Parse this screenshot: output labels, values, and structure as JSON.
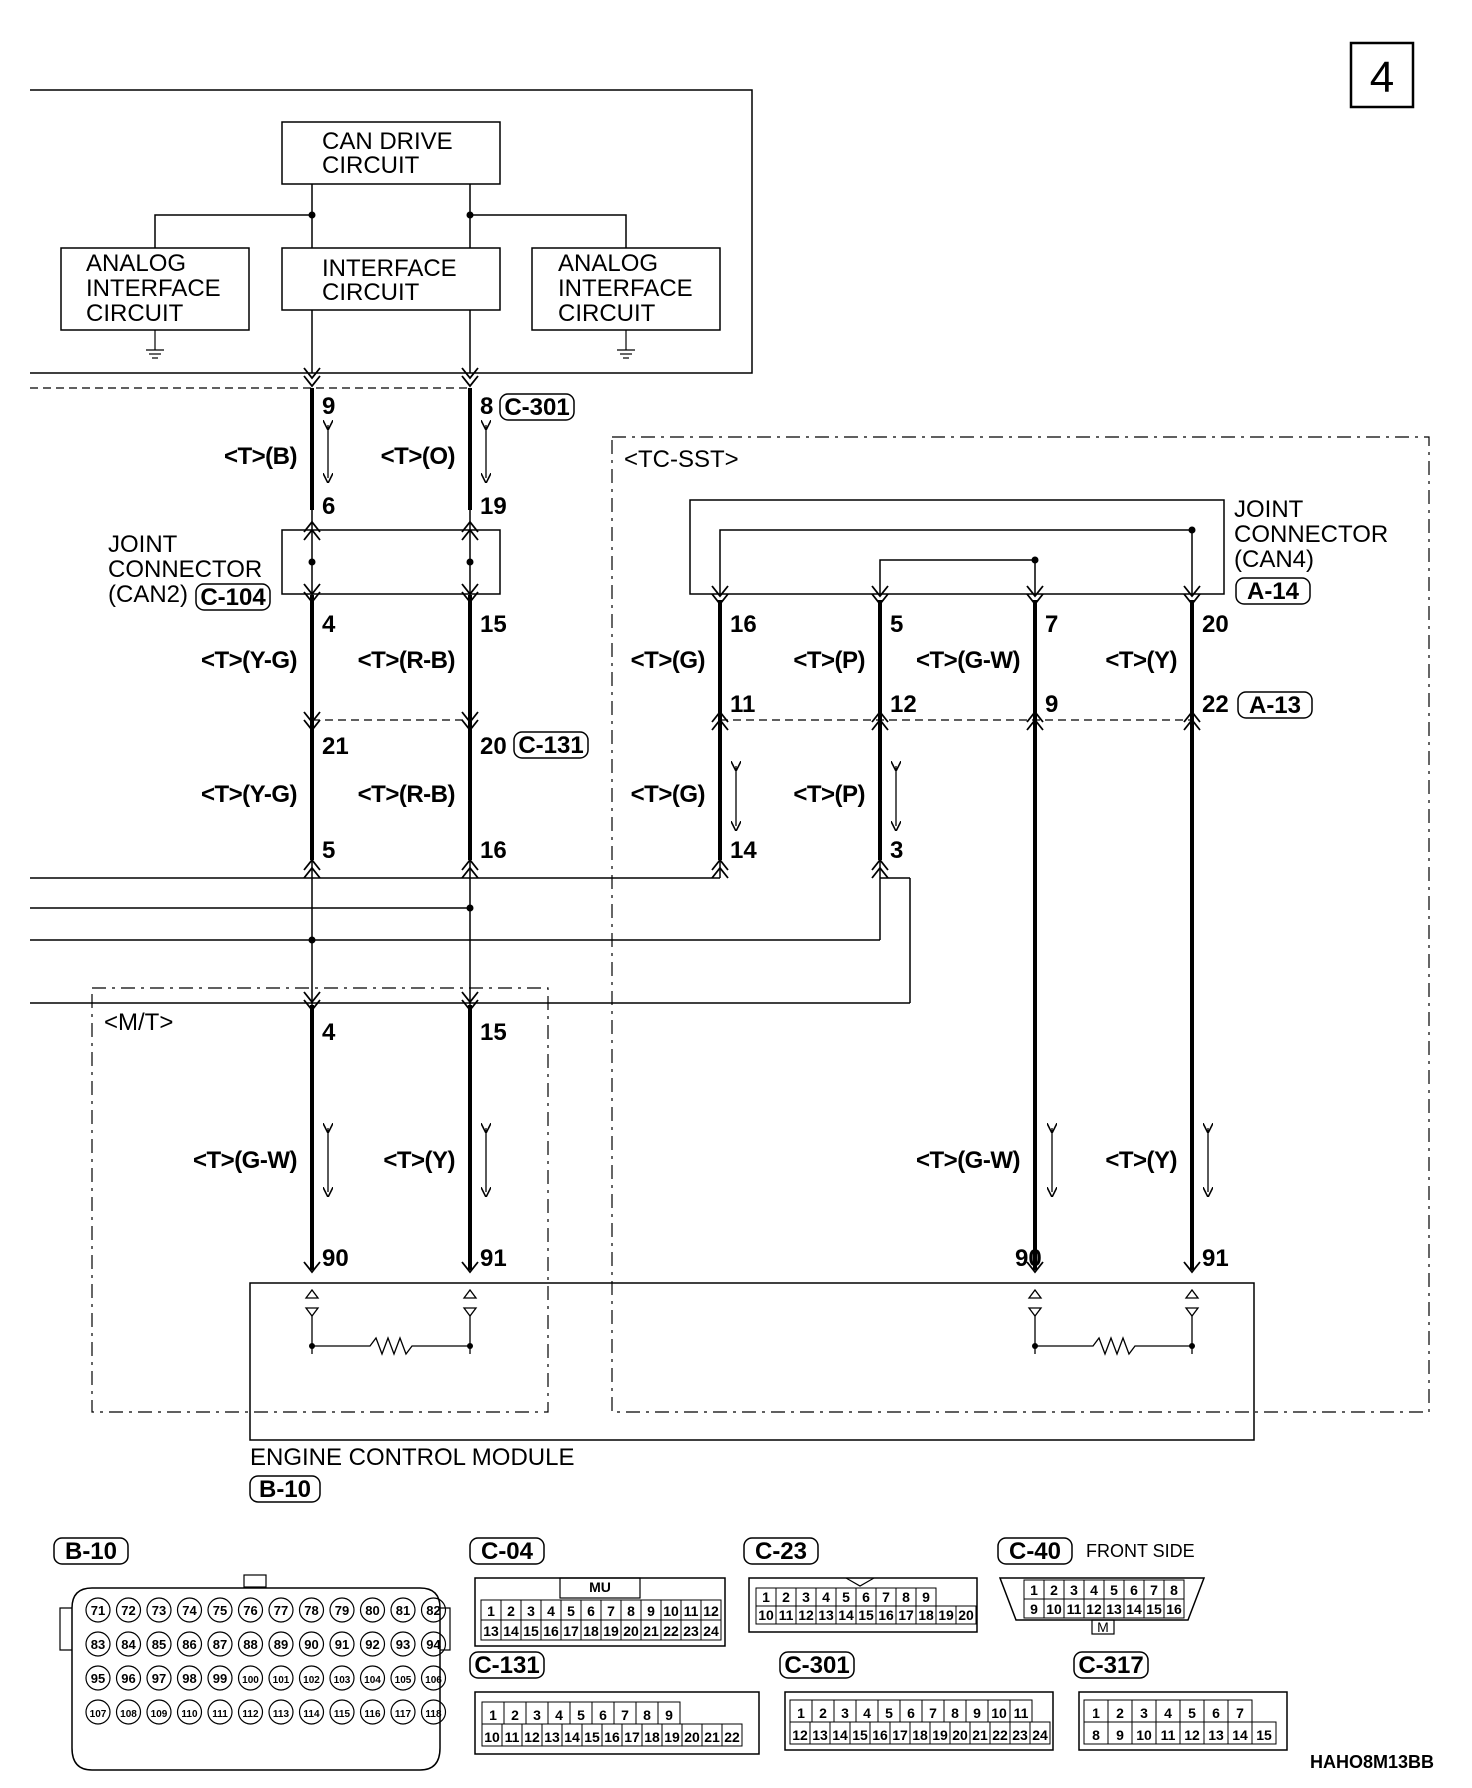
{
  "page_number": "4",
  "figure_code": "HAHO8M13BB",
  "blocks": {
    "can_drive": [
      "CAN DRIVE",
      "CIRCUIT"
    ],
    "interface": [
      "INTERFACE",
      "CIRCUIT"
    ],
    "analog_left": [
      "ANALOG",
      "INTERFACE",
      "CIRCUIT"
    ],
    "analog_right": [
      "ANALOG",
      "INTERFACE",
      "CIRCUIT"
    ]
  },
  "variants": {
    "tc_sst": "<TC-SST>",
    "mt": "<M/T>"
  },
  "joint_can2": {
    "lines": [
      "JOINT",
      "CONNECTOR",
      "(CAN2)"
    ],
    "tag": "C-104"
  },
  "joint_can4": {
    "lines": [
      "JOINT",
      "CONNECTOR",
      "(CAN4)"
    ],
    "tag": "A-14"
  },
  "connector_tags": {
    "c301": "C-301",
    "c131": "C-131",
    "a13": "A-13"
  },
  "ecm": {
    "label": "ENGINE CONTROL MODULE",
    "tag": "B-10"
  },
  "wire_labels": {
    "top_b": "<T>(B)",
    "top_o": "<T>(O)",
    "mid_yg": "<T>(Y-G)",
    "mid_rb": "<T>(R-B)",
    "low_yg": "<T>(Y-G)",
    "low_rb": "<T>(R-B)",
    "mt_gw": "<T>(G-W)",
    "mt_y": "<T>(Y)",
    "tc_g": "<T>(G)",
    "tc_p": "<T>(P)",
    "tc_gw": "<T>(G-W)",
    "tc_y": "<T>(Y)",
    "tc_g2": "<T>(G)",
    "tc_p2": "<T>(P)",
    "tc_gw2": "<T>(G-W)",
    "tc_y2": "<T>(Y)"
  },
  "pins": {
    "p9": "9",
    "p8": "8",
    "p6": "6",
    "p19": "19",
    "p4a": "4",
    "p15a": "15",
    "p21": "21",
    "p20a": "20",
    "p5a": "5",
    "p16a": "16",
    "p4b": "4",
    "p15b": "15",
    "p90a": "90",
    "p91a": "91",
    "p16b": "16",
    "p5b": "5",
    "p7": "7",
    "p20b": "20",
    "p11": "11",
    "p12": "12",
    "p9b": "9",
    "p22": "22",
    "p14": "14",
    "p3": "3",
    "p90b": "90",
    "p91b": "91"
  },
  "connector_views": {
    "b10": {
      "tag": "B-10",
      "rows": [
        [
          "71",
          "72",
          "73",
          "74",
          "75",
          "76",
          "77",
          "78",
          "79",
          "80",
          "81",
          "82"
        ],
        [
          "83",
          "84",
          "85",
          "86",
          "87",
          "88",
          "89",
          "90",
          "91",
          "92",
          "93",
          "94"
        ],
        [
          "95",
          "96",
          "97",
          "98",
          "99",
          "100",
          "101",
          "102",
          "103",
          "104",
          "105",
          "106"
        ],
        [
          "107",
          "108",
          "109",
          "110",
          "111",
          "112",
          "113",
          "114",
          "115",
          "116",
          "117",
          "118"
        ]
      ]
    },
    "c04": {
      "tag": "C-04",
      "key": "MU",
      "rows": [
        [
          "1",
          "2",
          "3",
          "4",
          "5",
          "6",
          "7",
          "8",
          "9",
          "10",
          "11",
          "12"
        ],
        [
          "13",
          "14",
          "15",
          "16",
          "17",
          "18",
          "19",
          "20",
          "21",
          "22",
          "23",
          "24"
        ]
      ]
    },
    "c23": {
      "tag": "C-23",
      "rows": [
        [
          "1",
          "2",
          "3",
          "4",
          "5",
          "6",
          "7",
          "8",
          "9"
        ],
        [
          "10",
          "11",
          "12",
          "13",
          "14",
          "15",
          "16",
          "17",
          "18",
          "19",
          "20"
        ]
      ]
    },
    "c40": {
      "tag": "C-40",
      "note": "FRONT SIDE",
      "key": "M",
      "rows": [
        [
          "1",
          "2",
          "3",
          "4",
          "5",
          "6",
          "7",
          "8"
        ],
        [
          "9",
          "10",
          "11",
          "12",
          "13",
          "14",
          "15",
          "16"
        ]
      ]
    },
    "c131": {
      "tag": "C-131",
      "rows": [
        [
          "1",
          "2",
          "3",
          "4",
          "5",
          "6",
          "7",
          "8",
          "9"
        ],
        [
          "10",
          "11",
          "12",
          "13",
          "14",
          "15",
          "16",
          "17",
          "18",
          "19",
          "20",
          "21",
          "22"
        ]
      ]
    },
    "c301": {
      "tag": "C-301",
      "rows": [
        [
          "1",
          "2",
          "3",
          "4",
          "5",
          "6",
          "7",
          "8",
          "9",
          "10",
          "11"
        ],
        [
          "12",
          "13",
          "14",
          "15",
          "16",
          "17",
          "18",
          "19",
          "20",
          "21",
          "22",
          "23",
          "24"
        ]
      ]
    },
    "c317": {
      "tag": "C-317",
      "rows": [
        [
          "1",
          "2",
          "3",
          "4",
          "5",
          "6",
          "7"
        ],
        [
          "8",
          "9",
          "10",
          "11",
          "12",
          "13",
          "14",
          "15"
        ]
      ]
    }
  }
}
